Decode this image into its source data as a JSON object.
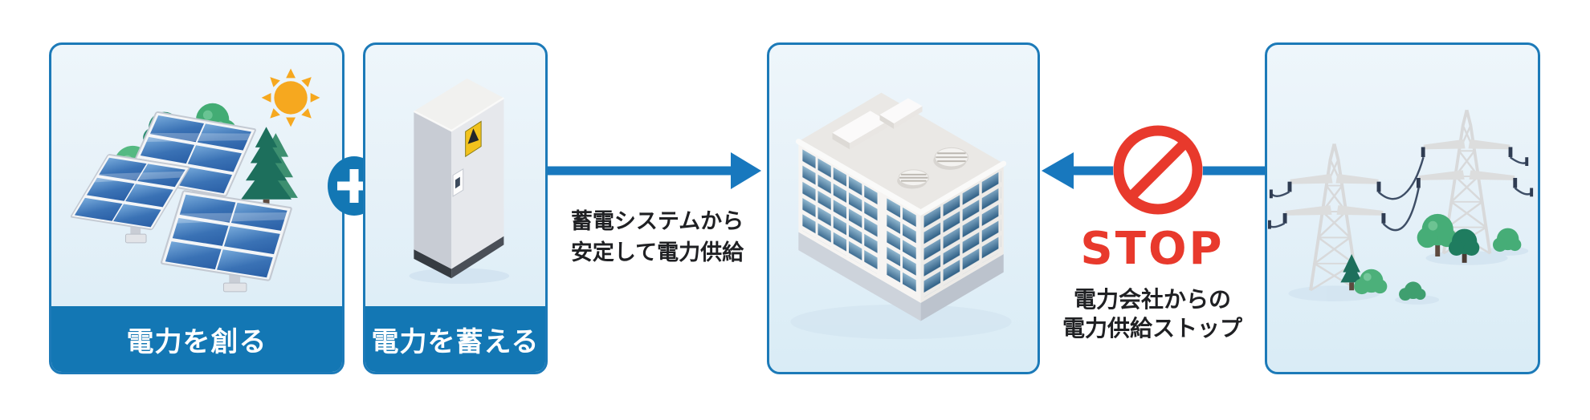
{
  "panels": {
    "create": {
      "label": "電力を創る",
      "illustration": "solar-panels-with-sun-and-trees"
    },
    "store": {
      "label": "電力を蓄える",
      "illustration": "battery-storage-cabinet"
    },
    "building": {
      "illustration": "office-building"
    },
    "grid": {
      "illustration": "transmission-towers"
    }
  },
  "connectors": {
    "plus_icon": "plus-icon",
    "supply_arrow": {
      "direction": "right",
      "caption_line1": "蓄電システムから",
      "caption_line2": "安定して電力供給"
    },
    "grid_arrow": {
      "direction": "left",
      "no_entry_icon": "no-entry-icon",
      "stop_word": "STOP",
      "caption_line1": "電力会社からの",
      "caption_line2": "電力供給ストップ"
    }
  },
  "colors": {
    "accent_blue": "#1377b4",
    "arrow_blue": "#1878be",
    "panel_border_blue": "#1c7ab8",
    "panel_bg_top": "#eef6fb",
    "panel_bg_bottom": "#d9ecf6",
    "stop_red": "#e8392c",
    "text_dark": "#1f2023"
  }
}
